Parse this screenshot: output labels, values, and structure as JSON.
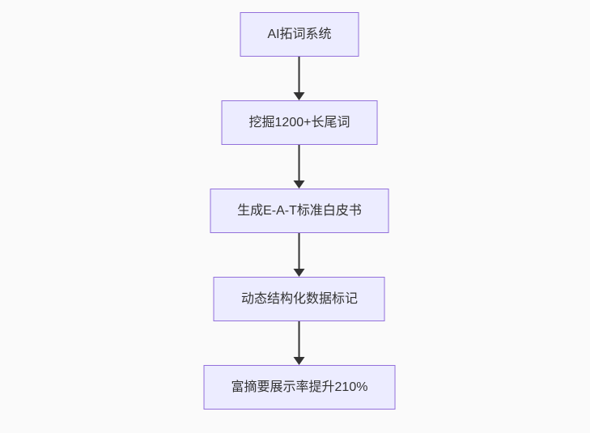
{
  "page": {
    "background": "#fafafa"
  },
  "flowchart": {
    "type": "flow-top-down",
    "node_fill": "#ececff",
    "node_border": "#9370db",
    "text_color": "#333333",
    "arrow_color": "#333333",
    "nodes": [
      {
        "label": "AI拓词系统"
      },
      {
        "label": "挖掘1200+长尾词"
      },
      {
        "label": "生成E-A-T标准白皮书"
      },
      {
        "label": "动态结构化数据标记"
      },
      {
        "label": "富摘要展示率提升210%"
      }
    ]
  }
}
